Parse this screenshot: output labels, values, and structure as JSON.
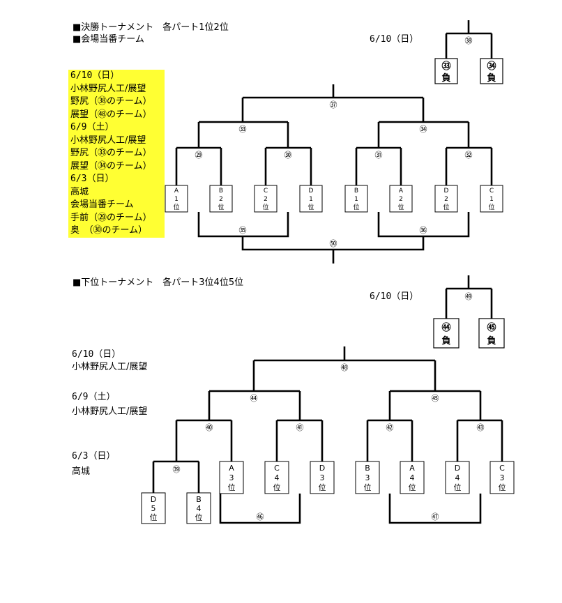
{
  "headings": {
    "final_title": "■決勝トーナメント　各パート1位2位",
    "host_team": "■会場当番チーム",
    "lower_title": "■下位トーナメント　各パート3位4位5位"
  },
  "dates": {
    "final_top": "6/10（日）",
    "lower_top": "6/10（日）"
  },
  "final_schedule": [
    "6/10（日）",
    "小林野尻人工/展望",
    "野尻（㊳のチーム）",
    "展望（㊽のチーム）",
    "6/9（土）",
    "小林野尻人工/展望",
    "野尻（㉝のチーム）",
    "展望（㉞のチーム）",
    "6/3（日）",
    "高城",
    "会場当番チーム",
    "手前（㉙のチーム）",
    "奥　（㉚のチーム）"
  ],
  "lower_schedule": {
    "d1": "6/10（日）",
    "v1": "小林野尻人工/展望",
    "d2": "6/9（土）",
    "v2": "小林野尻人工/展望",
    "d3": "6/3（日）",
    "v3": "高城"
  },
  "final_games": {
    "g29": "㉙",
    "g30": "㉚",
    "g31": "㉛",
    "g32": "㉜",
    "g33": "㉝",
    "g34": "㉞",
    "g35": "㉟",
    "g36": "㊱",
    "g37": "㊲",
    "g38": "㊳",
    "g50": "㊿"
  },
  "final_teams": [
    {
      "part": "A",
      "rank": "1",
      "suffix": "位"
    },
    {
      "part": "B",
      "rank": "2",
      "suffix": "位"
    },
    {
      "part": "C",
      "rank": "2",
      "suffix": "位"
    },
    {
      "part": "D",
      "rank": "1",
      "suffix": "位"
    },
    {
      "part": "B",
      "rank": "1",
      "suffix": "位"
    },
    {
      "part": "A",
      "rank": "2",
      "suffix": "位"
    },
    {
      "part": "D",
      "rank": "2",
      "suffix": "位"
    },
    {
      "part": "C",
      "rank": "1",
      "suffix": "位"
    }
  ],
  "final_loser_boxes": [
    {
      "num": "㉝",
      "label": "負"
    },
    {
      "num": "㉞",
      "label": "負"
    }
  ],
  "lower_games": {
    "g39": "㊴",
    "g40": "㊵",
    "g41": "㊶",
    "g42": "㊷",
    "g43": "㊸",
    "g44": "㊹",
    "g45": "㊺",
    "g46": "㊻",
    "g47": "㊼",
    "g48": "㊽",
    "g49": "㊾"
  },
  "lower_teams": [
    {
      "part": "D",
      "rank": "5",
      "suffix": "位"
    },
    {
      "part": "B",
      "rank": "4",
      "suffix": "位"
    },
    {
      "part": "A",
      "rank": "3",
      "suffix": "位"
    },
    {
      "part": "C",
      "rank": "4",
      "suffix": "位"
    },
    {
      "part": "D",
      "rank": "3",
      "suffix": "位"
    },
    {
      "part": "B",
      "rank": "3",
      "suffix": "位"
    },
    {
      "part": "A",
      "rank": "4",
      "suffix": "位"
    },
    {
      "part": "D",
      "rank": "4",
      "suffix": "位"
    },
    {
      "part": "C",
      "rank": "3",
      "suffix": "位"
    }
  ],
  "lower_loser_boxes": [
    {
      "num": "㊹",
      "label": "負"
    },
    {
      "num": "㊺",
      "label": "負"
    }
  ]
}
